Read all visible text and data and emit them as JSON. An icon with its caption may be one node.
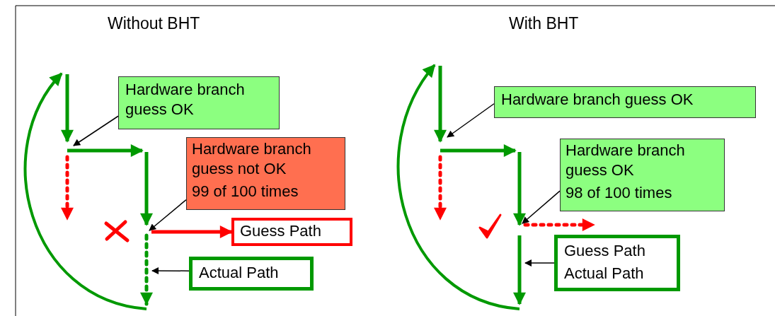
{
  "diagram": {
    "nodes": [
      {
        "text": [
          "Hardware branch guess OK"
        ]
      },
      {
        "text": [
          "Hardware branch guess not OK",
          "99 of 100 times"
        ]
      },
      {
        "text": [
          "Guess Path"
        ]
      },
      {
        "text": [
          "Actual Path"
        ]
      },
      {
        "text": [
          "Hardware branch guess OK"
        ]
      },
      {
        "text": [
          "Hardware branch guess OK",
          "98 of 100 times"
        ]
      },
      {
        "text": [
          "Guess Path",
          "Actual Path"
        ]
      }
    ],
    "edges": [
      {
        "from": 0,
        "to": null,
        "arrow": "to"
      },
      {
        "from": 1,
        "to": null,
        "arrow": "to"
      },
      {
        "from": 3,
        "to": null,
        "arrow": "to"
      },
      {
        "from": 4,
        "to": null,
        "arrow": "to"
      },
      {
        "from": 5,
        "to": null,
        "arrow": "to"
      },
      {
        "from": 6,
        "to": null,
        "arrow": "to"
      },
      {
        "from": null,
        "to": 2,
        "arrow": "to",
        "style": "thick",
        "color": "#ff0000"
      }
    ],
    "labels": [
      "Without BHT",
      "With BHT"
    ]
  }
}
